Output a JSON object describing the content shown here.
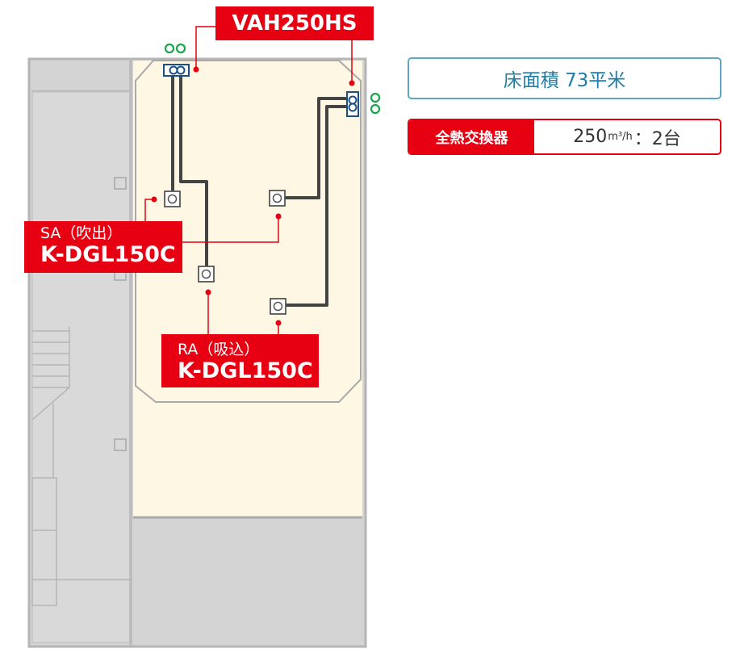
{
  "unit_model": "VAH250HS",
  "supply": {
    "label": "SA（吹出）",
    "model": "K-DGL150C"
  },
  "return": {
    "label": "RA（吸込）",
    "model": "K-DGL150C"
  },
  "floor_area": "床面積 73平米",
  "spec": {
    "label": "全熱交換器",
    "flow": "250",
    "unit": "m³/h",
    "count": "：2台"
  },
  "colors": {
    "accent_red": "#e60012",
    "duct": "#444444",
    "room_fill": "#fdf7e3",
    "building_gray": "#d4d4d4",
    "info_blue": "#1f7ea5",
    "fan_green": "#19a64a"
  }
}
